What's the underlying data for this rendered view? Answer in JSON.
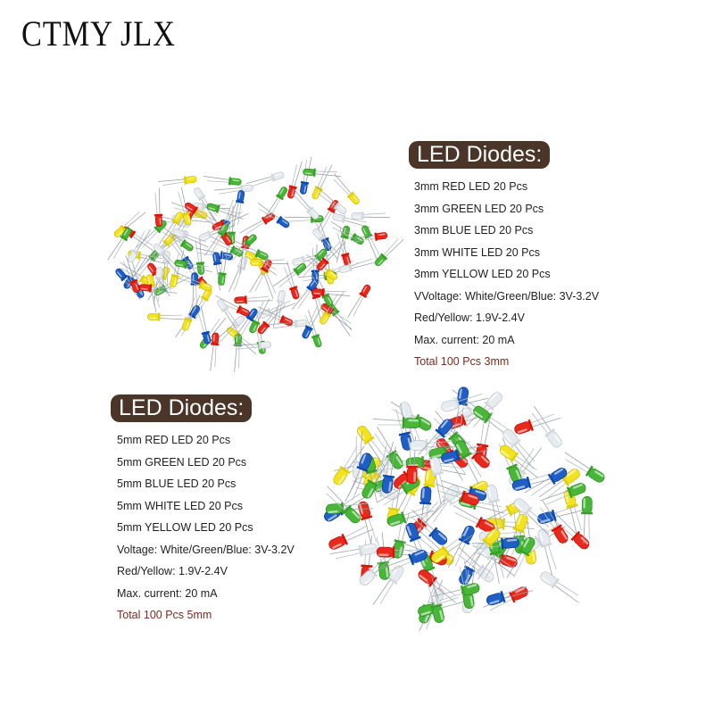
{
  "brand": {
    "logo_text": "CTMY JLX"
  },
  "section_3mm": {
    "heading": "LED Diodes:",
    "lines": [
      "3mm RED LED 20 Pcs",
      "3mm GREEN LED 20 Pcs",
      "3mm BLUE LED 20 Pcs",
      "3mm WHITE LED 20 Pcs",
      "3mm YELLOW LED 20 Pcs",
      "VVoltage: White/Green/Blue: 3V-3.2V",
      "Red/Yellow: 1.9V-2.4V",
      "Max. current: 20 mA"
    ],
    "total": "Total 100 Pcs 3mm"
  },
  "section_5mm": {
    "heading": "LED Diodes:",
    "lines": [
      "5mm RED LED 20 Pcs",
      "5mm GREEN LED 20 Pcs",
      "5mm BLUE LED 20 Pcs",
      "5mm WHITE LED 20 Pcs",
      "5mm YELLOW LED 20 Pcs",
      "Voltage: White/Green/Blue: 3V-3.2V",
      "Red/Yellow: 1.9V-2.4V",
      "Max. current: 20 mA"
    ],
    "total": "Total 100 Pcs 5mm"
  },
  "colors": {
    "badge_bg": "#4a3528",
    "total_text": "#7a2b1f",
    "led_red": "#e8291c",
    "led_green": "#49b63a",
    "led_blue": "#1f5fc4",
    "led_white": "#e6ebef",
    "led_yellow": "#f3e21e"
  },
  "images": {
    "pile_3mm": "3mm-led-assortment-photo",
    "pile_5mm": "5mm-led-assortment-photo"
  }
}
